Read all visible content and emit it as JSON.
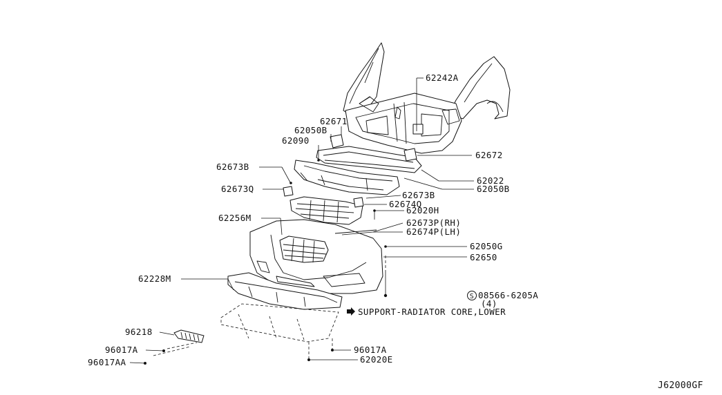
{
  "diagram_code": "J62000GF",
  "callouts": {
    "p62242A": "62242A",
    "p62671": "62671",
    "p62050B_upper": "62050B",
    "p62090": "62090",
    "p62672": "62672",
    "p62673B_left": "62673B",
    "p62022": "62022",
    "p62050B_right": "62050B",
    "p62673Q": "62673Q",
    "p62673B_right": "62673B",
    "p62674Q": "62674Q",
    "p62020H": "62020H",
    "p62256M": "62256M",
    "p62673P": "62673P(RH)",
    "p62674P": "62674P(LH)",
    "p62050G": "62050G",
    "p62650": "62650",
    "p62228M": "62228M",
    "p08566": "08566-6205A",
    "p08566_qty": "(4)",
    "support_note": "SUPPORT-RADIATOR CORE,LOWER",
    "p96218": "96218",
    "p96017A_left": "96017A",
    "p96017A_right": "96017A",
    "p96017AA": "96017AA",
    "p62020E": "62020E"
  },
  "screw_symbol": "S"
}
